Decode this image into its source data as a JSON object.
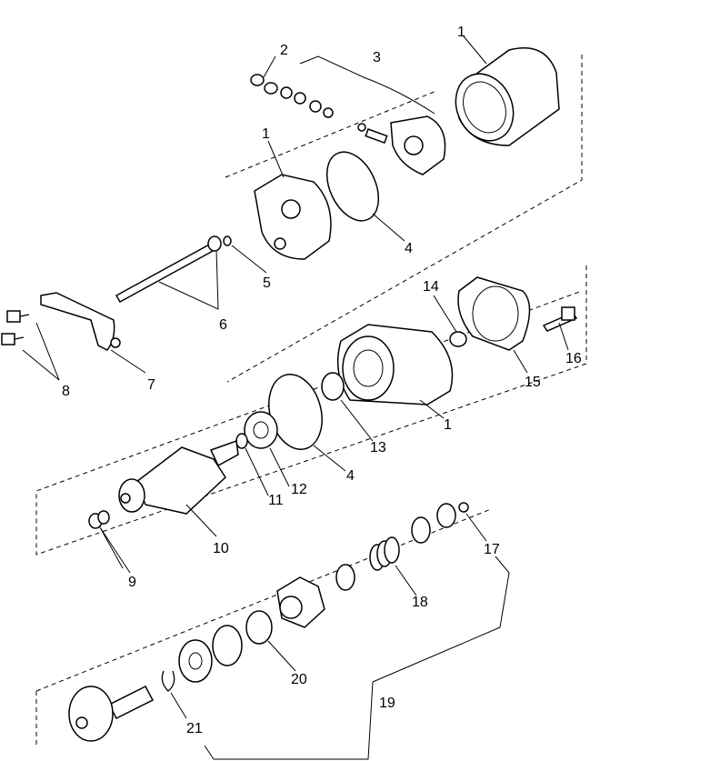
{
  "diagram": {
    "callouts": {
      "c1a": "1",
      "c2": "2",
      "c3": "3",
      "c1b": "1",
      "c4a": "4",
      "c5": "5",
      "c6": "6",
      "c7": "7",
      "c8": "8",
      "c14": "14",
      "c16": "16",
      "c15": "15",
      "c1c": "1",
      "c13": "13",
      "c4b": "4",
      "c12": "12",
      "c11": "11",
      "c10": "10",
      "c9": "9",
      "c17": "17",
      "c18": "18",
      "c20": "20",
      "c19": "19",
      "c21": "21"
    }
  }
}
